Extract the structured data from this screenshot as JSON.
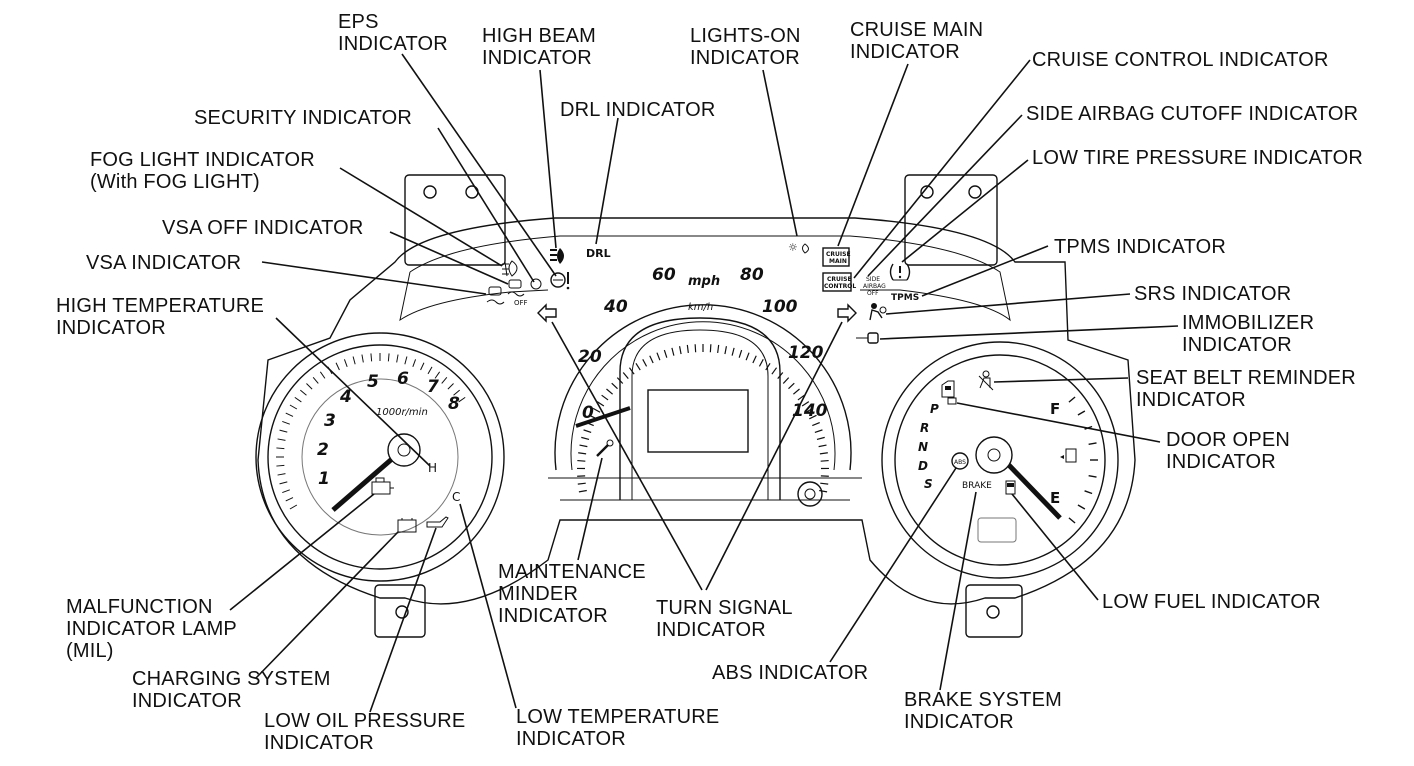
{
  "labels": {
    "eps": [
      "EPS",
      "INDICATOR"
    ],
    "high_beam": [
      "HIGH BEAM",
      "INDICATOR"
    ],
    "lights_on": [
      "LIGHTS-ON",
      "INDICATOR"
    ],
    "cruise_main": [
      "CRUISE MAIN",
      "INDICATOR"
    ],
    "cruise_control": [
      "CRUISE CONTROL INDICATOR"
    ],
    "side_airbag": [
      "SIDE AIRBAG CUTOFF INDICATOR"
    ],
    "low_tire": [
      "LOW TIRE PRESSURE INDICATOR"
    ],
    "security": [
      "SECURITY INDICATOR"
    ],
    "drl": [
      "DRL INDICATOR"
    ],
    "fog": [
      "FOG LIGHT INDICATOR",
      "(With FOG LIGHT)"
    ],
    "vsa_off": [
      "VSA OFF INDICATOR"
    ],
    "vsa": [
      "VSA INDICATOR"
    ],
    "high_temp": [
      "HIGH TEMPERATURE",
      "INDICATOR"
    ],
    "tpms": [
      "TPMS INDICATOR"
    ],
    "srs": [
      "SRS INDICATOR"
    ],
    "immobilizer": [
      "IMMOBILIZER",
      "INDICATOR"
    ],
    "seat_belt": [
      "SEAT BELT REMINDER",
      "INDICATOR"
    ],
    "door_open": [
      "DOOR OPEN",
      "INDICATOR"
    ],
    "maintenance": [
      "MAINTENANCE",
      "MINDER",
      "INDICATOR"
    ],
    "turn_signal": [
      "TURN SIGNAL",
      "INDICATOR"
    ],
    "low_fuel": [
      "LOW FUEL INDICATOR"
    ],
    "mil": [
      "MALFUNCTION",
      "INDICATOR LAMP",
      "(MIL)"
    ],
    "charging": [
      "CHARGING SYSTEM",
      "INDICATOR"
    ],
    "abs": [
      "ABS INDICATOR"
    ],
    "low_oil": [
      "LOW OIL PRESSURE",
      "INDICATOR"
    ],
    "low_temp": [
      "LOW TEMPERATURE",
      "INDICATOR"
    ],
    "brake": [
      "BRAKE SYSTEM",
      "INDICATOR"
    ]
  },
  "cluster": {
    "tach_unit": "1000r/min",
    "tach_numbers": [
      "1",
      "2",
      "3",
      "4",
      "5",
      "6",
      "7",
      "8"
    ],
    "speed_unit_mph": "mph",
    "speed_unit_kmh": "km/h",
    "speed_numbers": [
      "0",
      "20",
      "40",
      "60",
      "80",
      "100",
      "120",
      "140"
    ],
    "gear_letters": [
      "P",
      "R",
      "N",
      "D",
      "S"
    ],
    "fuel_full": "F",
    "fuel_empty": "E",
    "drl_text": "DRL",
    "cruise_main_text": [
      "CRUISE",
      "MAIN"
    ],
    "cruise_control_text": [
      "CRUISE",
      "CONTROL"
    ],
    "side_airbag_text": [
      "SIDE",
      "AIRBAG",
      "OFF"
    ],
    "tpms_text": "TPMS",
    "brake_text": "BRAKE",
    "abs_text": "ABS",
    "vsa_off_text": "OFF",
    "hot_text": "H",
    "cold_text": "C"
  }
}
